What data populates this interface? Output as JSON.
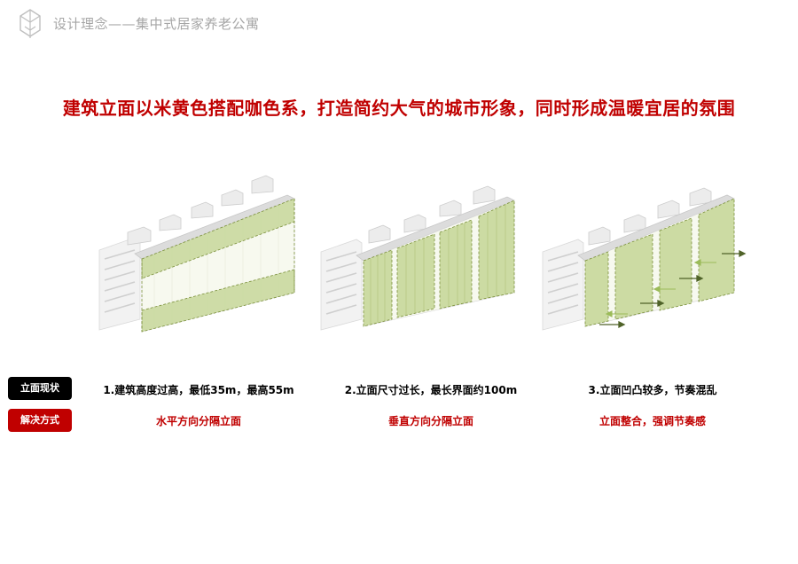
{
  "header": {
    "title": "设计理念——集中式居家养老公寓"
  },
  "headline": "建筑立面以米黄色搭配咖色系，打造简约大气的城市形象，同时形成温暖宜居的氛围",
  "labels": {
    "current": "立面现状",
    "solution": "解决方式"
  },
  "items": [
    {
      "problem": "1.建筑高度过高，最低35m，最高55m",
      "solution": "水平方向分隔立面"
    },
    {
      "problem": "2.立面尺寸过长，最长界面约100m",
      "solution": "垂直方向分隔立面"
    },
    {
      "problem": "3.立面凹凸较多，节奏混乱",
      "solution": "立面整合，强调节奏感"
    }
  ],
  "colors": {
    "accent_red": "#c00000",
    "green_panel": "#c7d79a",
    "arrow_green": "#4f6228"
  }
}
